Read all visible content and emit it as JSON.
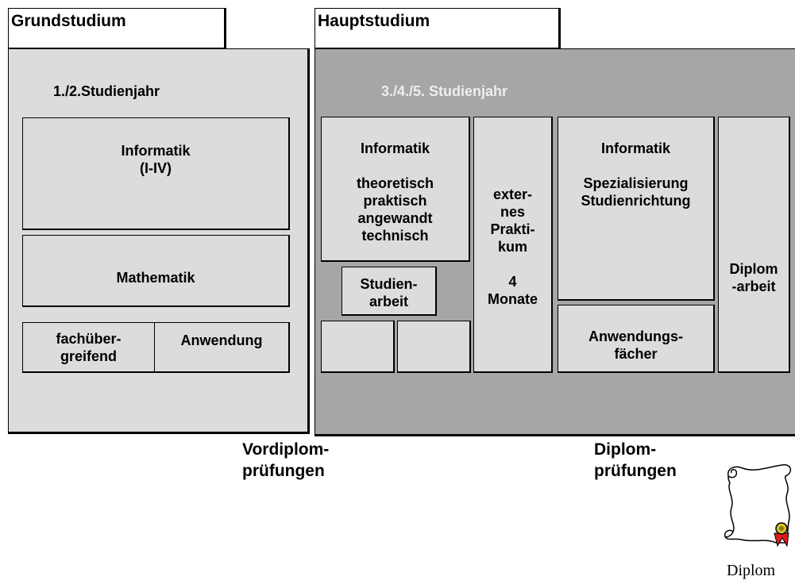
{
  "grund": {
    "tab": "Grundstudium",
    "year": "1./2.Studienjahr",
    "informatik": "Informatik\n(I-IV)",
    "mathematik": "Mathematik",
    "fachuebergreifend": "fachüber-\ngreifend",
    "anwendung": "Anwendung"
  },
  "haupt": {
    "tab": "Hauptstudium",
    "year": "3./4./5. Studienjahr",
    "informatik_theo": "Informatik\n\ntheoretisch\npraktisch\nangewandt\ntechnisch",
    "studienarbeit": "Studien-\narbeit",
    "praktikum": "exter-\nnes\nPrakti-\nkum\n\n4\nMonate",
    "informatik_spez": "Informatik\n\nSpezialisierung\nStudienrichtung",
    "anwendungsfaecher": "Anwendungs-\nfächer",
    "diplomarbeit": "Diplom\n-arbeit"
  },
  "exams": {
    "vordiplom": "Vordiplom-\nprüfungen",
    "diplom": "Diplom-\nprüfungen"
  },
  "certificate": {
    "caption": "Diplom"
  },
  "colors": {
    "grund_panel": "#dcdcdc",
    "haupt_panel": "#a6a6a6",
    "box_fill": "#dcdcdc",
    "year_haupt_text": "#eeeeee",
    "ribbon": "#e01a1a",
    "seal": "#d4c02a"
  }
}
